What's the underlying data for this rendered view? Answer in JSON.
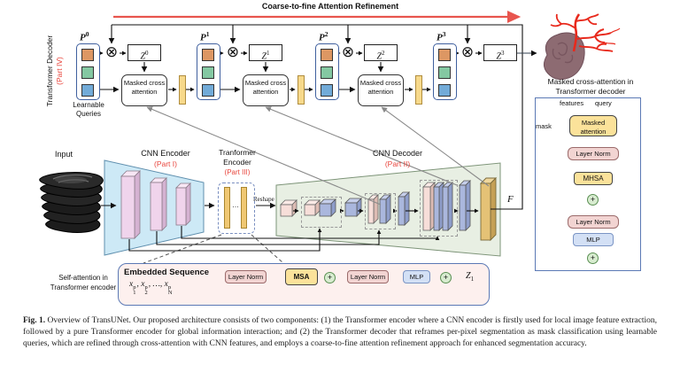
{
  "colors": {
    "accent_red": "#e8554e",
    "part_label_red": "#e8453c",
    "attention_yellow": "#fbe29a",
    "feature_bar_yellow": "#f7d98b",
    "layernorm_pink": "#f2d4d2",
    "mlp_blue": "#d3e0f5",
    "residual_green": "#d8ecd0",
    "query_stack_border": "#3f5f9e",
    "query_orange": "#dd9763",
    "query_green": "#84c8a2",
    "query_blue": "#72abd8",
    "encoder_fill": "#cde9f6",
    "decoder_fill": "#e8efe3",
    "gold_slab": "#e5c276"
  },
  "icons": {
    "otimes": "⊗",
    "oplus": "+"
  },
  "top": {
    "title": "Coarse-to-fine Attention Refinement",
    "side_label": "Transformer Decoder",
    "side_part": "(Part IV)",
    "learnable_l1": "Learnable",
    "learnable_l2": "Queries",
    "stages": [
      {
        "p": "P",
        "p_sup": "0",
        "z": "Z",
        "z_sup": "0",
        "mca": "Masked cross attention"
      },
      {
        "p": "P",
        "p_sup": "1",
        "z": "Z",
        "z_sup": "1",
        "mca": "Masked cross attention"
      },
      {
        "p": "P",
        "p_sup": "2",
        "z": "Z",
        "z_sup": "2",
        "mca": "Masked cross attention"
      },
      {
        "p": "P",
        "p_sup": "3",
        "z": "Z",
        "z_sup": "3"
      }
    ]
  },
  "heart_caption": {
    "l1": "Masked cross-attention in",
    "l2": "Transformer decoder"
  },
  "mid": {
    "input": "Input",
    "enc": "CNN Encoder",
    "enc_part": "(Part I)",
    "trans_l1": "Tranformer",
    "trans_l2": "Encoder",
    "trans_part": "(Part III)",
    "dots": "…",
    "reshape": "Reshape",
    "dec": "CNN Decoder",
    "dec_part": "(Part II)",
    "f": "F"
  },
  "bottom": {
    "side_l1": "Self-attention in",
    "side_l2": "Transformer encoder",
    "title": "Embedded Sequence",
    "x": "x",
    "sub1": "1",
    "sub2": "2",
    "subN": "N",
    "supp": "p",
    "comma": ",",
    "dots": "…,",
    "ln1": "Layer Norm",
    "msa": "MSA",
    "ln2": "Layer Norm",
    "mlp": "MLP",
    "z": "Z",
    "z_sub": "1"
  },
  "panel": {
    "features": "features",
    "query": "query",
    "mask": "mask",
    "masked_attention": "Masked attention",
    "ln1": "Layer Norm",
    "mhsa": "MHSA",
    "ln2": "Layer Norm",
    "mlp": "MLP"
  },
  "caption": {
    "tag": "Fig. 1.",
    "body": " Overview of TransUNet. Our proposed architecture consists of two components: (1) the Transformer encoder where a CNN encoder is firstly used for local image feature extraction, followed by a pure Transformer encoder for global information interaction; and (2) the Transformer decoder that reframes per-pixel segmentation as mask classification using learnable queries, which are refined through cross-attention with CNN features, and employs a coarse-to-fine attention refinement approach for enhanced segmentation accuracy."
  }
}
